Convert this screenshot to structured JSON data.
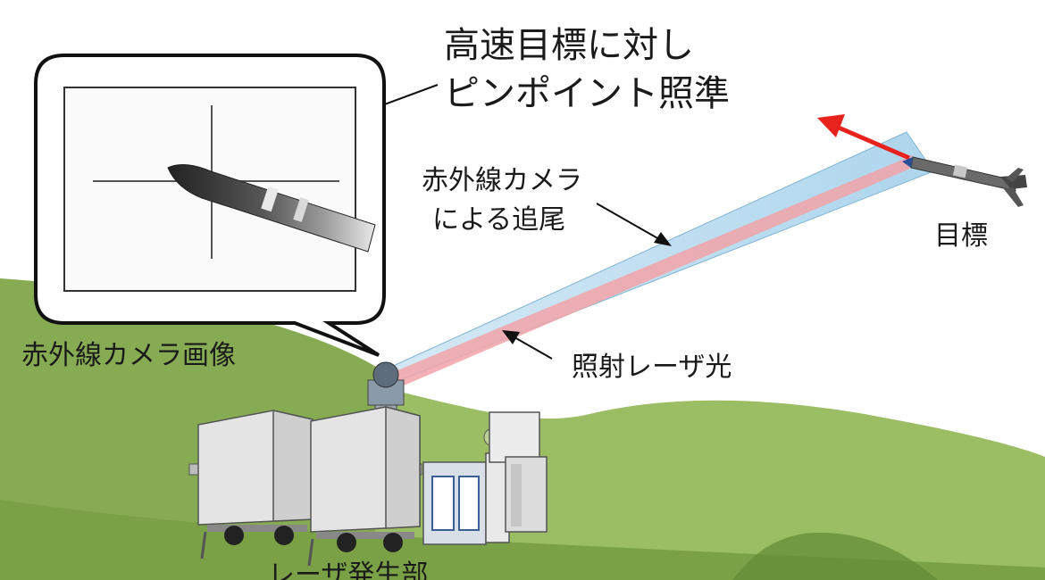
{
  "callout": {
    "line1": "高速目標に対し",
    "line2": "ピンポイント照準"
  },
  "tracking": {
    "line1": "赤外線カメラ",
    "line2": "による追尾"
  },
  "target_label": "目標",
  "camera_image_label": "赤外線カメラ画像",
  "laser_label": "照射レーザ光",
  "generator_label": "レーザ発生部",
  "colors": {
    "hill": "#8fb35a",
    "hill_dark": "#6f9a3e",
    "tracking_beam": "#a9d3ec",
    "laser_beam": "#f2a3a8",
    "direction_arrow": "#e8231e",
    "equipment": "#e2e2e2"
  }
}
